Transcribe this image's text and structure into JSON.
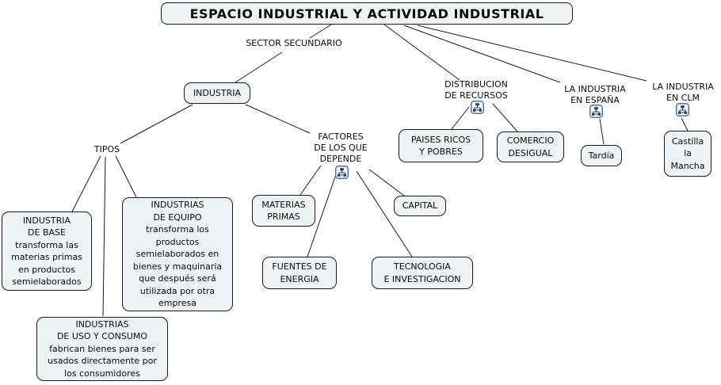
{
  "title": "ESPACIO INDUSTRIAL Y ACTIVIDAD INDUSTRIAL",
  "linking_phrases": {
    "sector_secundario": "SECTOR SECUNDARIO",
    "tipos": "TIPOS",
    "factores": "FACTORES\nDE LOS QUE\nDEPENDE",
    "distribucion": "DISTRIBUCION\nDE RECURSOS",
    "industria_espana": "LA INDUSTRIA\nEN ESPAÑA",
    "industria_clm": "LA INDUSTRIA\nEN CLM"
  },
  "concepts": {
    "industria": "INDUSTRIA",
    "paises_ricos": "PAISES RICOS\nY POBRES",
    "comercio_desigual": "COMERCIO\nDESIGUAL",
    "tardia": "Tardía",
    "castilla_la_mancha": "Castilla\nla\nMancha",
    "materias_primas": "MATERIAS\nPRIMAS",
    "capital": "CAPITAL",
    "fuentes_energia": "FUENTES DE\nENERGIA",
    "tecnologia_investigacion": "TECNOLOGIA\nE INVESTIGACION",
    "industria_base": "INDUSTRIA\nDE BASE\ntransforma las\nmaterias primas\nen productos\nsemielaborados",
    "industrias_equipo": "INDUSTRIAS\nDE EQUIPO\ntransforma los\nproductos\nsemielaborados en\nbienes y maquinaria\nque después será\nutilizada por otra\nempresa",
    "industrias_uso_consumo": "INDUSTRIAS\nDE USO Y CONSUMO\nfabrican bienes para ser\nusados directamente por\nlos consumidores"
  },
  "icons": {
    "linked_map": "linked-concept-map-icon"
  },
  "colors": {
    "node_fill": "#eef3f6",
    "node_border": "#1a1a1a",
    "connector": "#1a1a1a",
    "icon_border": "#4472c4",
    "icon_glyph": "#1f3864",
    "icon_accent": "#aa3333"
  }
}
